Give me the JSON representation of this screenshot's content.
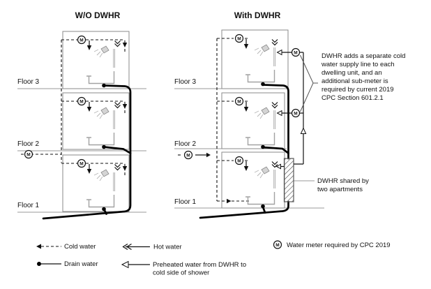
{
  "left_diagram": {
    "title": "W/O DWHR",
    "floor_labels": [
      "Floor 3",
      "Floor 2",
      "Floor 1"
    ]
  },
  "right_diagram": {
    "title": "With DWHR",
    "floor_labels": [
      "Floor 3",
      "Floor 2",
      "Floor 1"
    ],
    "submeter_note_lines": [
      "DWHR adds a separate cold",
      "water supply line to each",
      "dwelling unit, and an",
      "additional sub-meter is",
      "required by current 2019",
      "CPC Section 601.2.1"
    ],
    "shared_note_lines": [
      "DWHR shared by",
      "two apartments"
    ]
  },
  "legend": {
    "cold_water": "Cold water",
    "hot_water": "Hot water",
    "drain_water": "Drain water",
    "preheated_lines": [
      "Preheated water from DWHR to",
      "cold side of shower"
    ],
    "water_meter": "Water meter required by CPC 2019"
  },
  "symbols": {
    "meter": "M"
  },
  "colors": {
    "line": "#111111",
    "structure": "#8a8a8a",
    "fixture": "#a2a2a2",
    "drain": "#000000"
  }
}
